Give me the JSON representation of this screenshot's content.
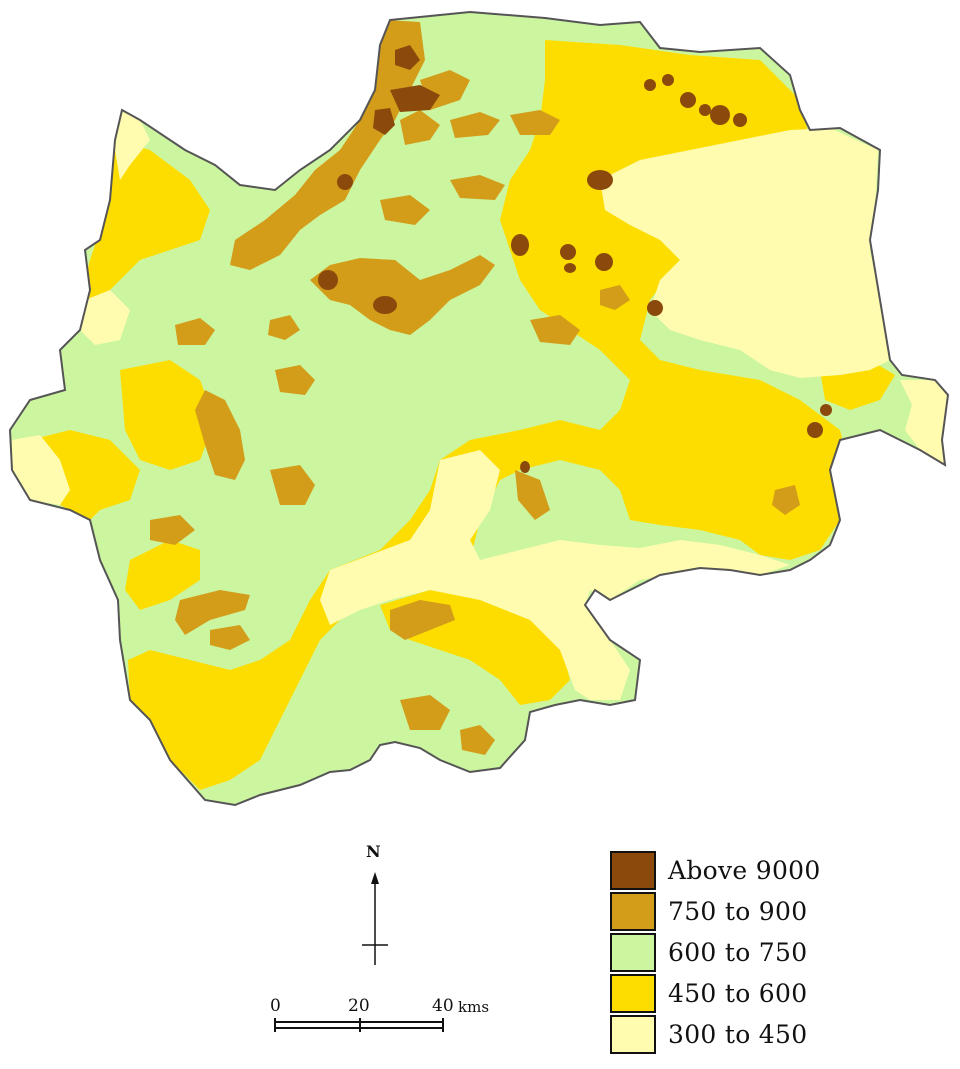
{
  "legend": {
    "items": [
      {
        "label": "Above 9000",
        "color": "#8b4a0c"
      },
      {
        "label": "750 to 900",
        "color": "#d39c19"
      },
      {
        "label": "600 to 750",
        "color": "#ccf5a0"
      },
      {
        "label": "450 to 600",
        "color": "#fddd00"
      },
      {
        "label": "300 to 450",
        "color": "#fffcb0"
      }
    ]
  },
  "north_arrow": {
    "label": "N"
  },
  "scale_bar": {
    "ticks": [
      "0",
      "20",
      "40"
    ],
    "unit": "kms"
  },
  "map": {
    "outline_color": "#555555"
  }
}
